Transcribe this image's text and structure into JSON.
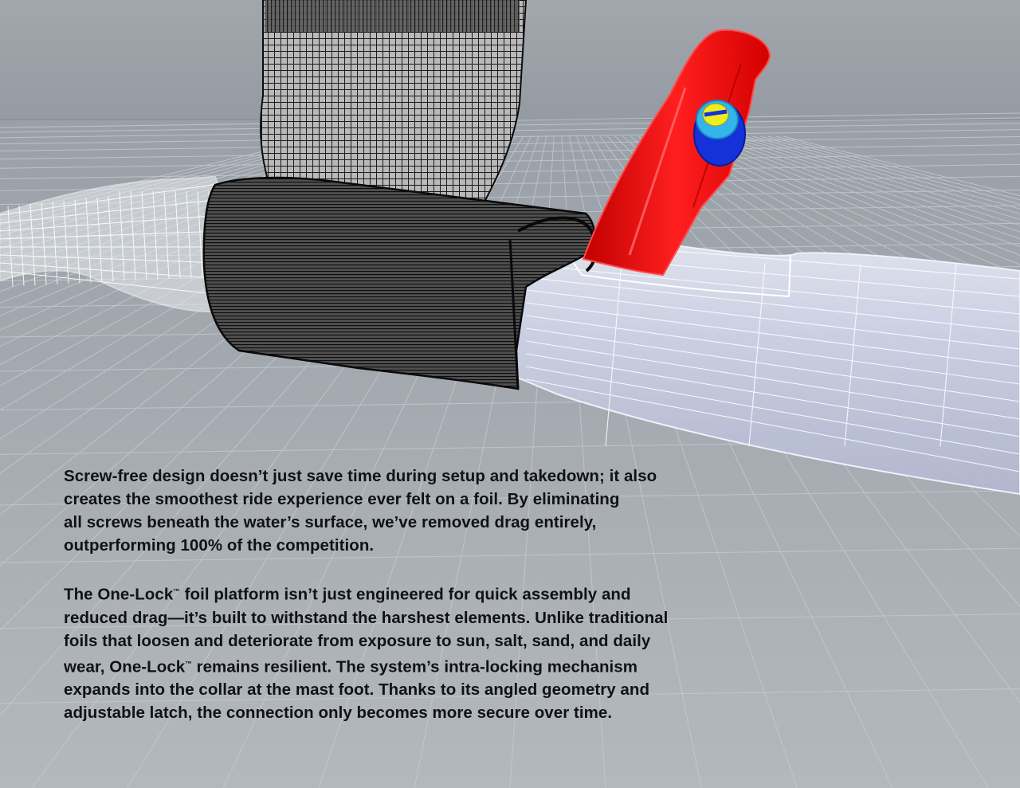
{
  "paragraphs": [
    {
      "lines": [
        "Screw-free design doesn’t just save time during setup and takedown; it also",
        "creates the smoothest ride experience ever felt on a foil. By eliminating",
        "all screws beneath the water’s surface, we’ve removed drag entirely,",
        "outperforming 100% of the competition."
      ]
    },
    {
      "line1": {
        "before": "The One-Lock",
        "tm": "™",
        "after": " foil platform isn’t just engineered for quick assembly and"
      },
      "line2": "reduced drag—it’s built to withstand the harshest elements. Unlike traditional",
      "line3": "foils that loosen and deteriorate from exposure to sun, salt, sand, and daily",
      "line4": {
        "before": "wear, One-Lock",
        "tm": "™",
        "after": " remains resilient. The system’s intra-locking mechanism"
      },
      "line5": "expands into the collar at the mast foot. Thanks to its angled geometry and",
      "line6": "adjustable latch, the connection only becomes more secure over time."
    }
  ],
  "colors": {
    "sky": "#9aa0a7",
    "floor": "#a7adb4",
    "grid": "#c3c8ce",
    "mast_mesh": "#1a1a1a",
    "fuselage_glass": "#d8dcec",
    "latch_red": "#ee1111",
    "bolt_blue": "#1133dd",
    "bolt_cyan": "#33bbee",
    "bolt_yellow": "#eeee22",
    "text": "#111214"
  },
  "icons": [
    "mast-render",
    "fuselage-render",
    "latch-render",
    "bolt-render",
    "wing-render"
  ]
}
